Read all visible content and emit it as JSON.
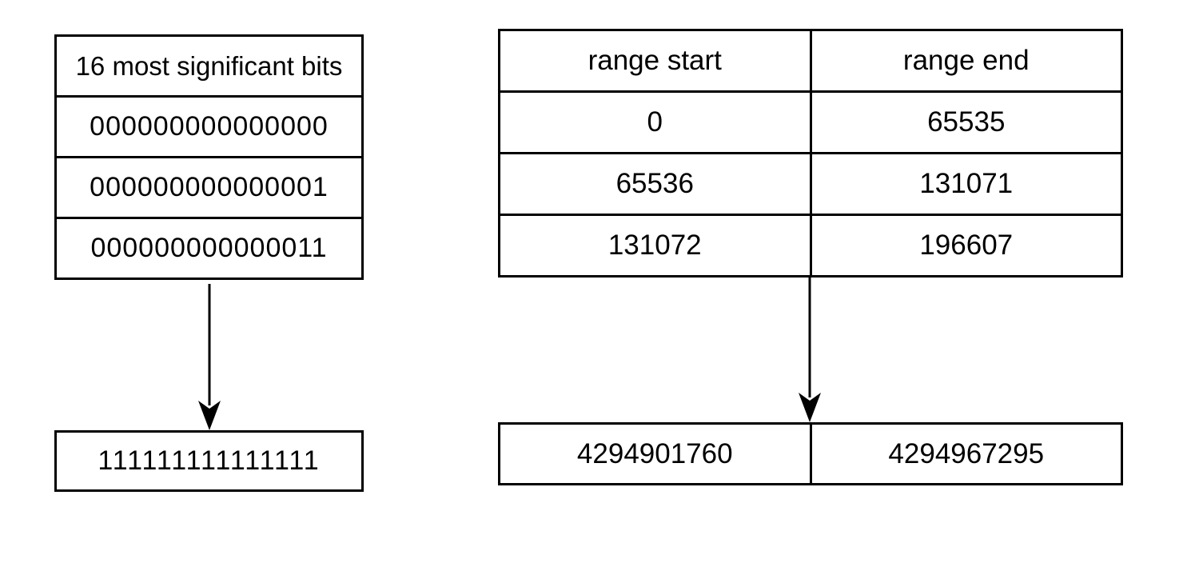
{
  "bits_table": {
    "header": "16 most significant bits",
    "rows": [
      "000000000000000",
      "000000000000001",
      "000000000000011"
    ],
    "result": "111111111111111"
  },
  "range_table": {
    "headers": [
      "range start",
      "range end"
    ],
    "rows": [
      [
        "0",
        "65535"
      ],
      [
        "65536",
        "131071"
      ],
      [
        "131072",
        "196607"
      ]
    ],
    "result": [
      "4294901760",
      "4294967295"
    ]
  },
  "colors": {
    "line": "#000000",
    "background": "#ffffff"
  }
}
